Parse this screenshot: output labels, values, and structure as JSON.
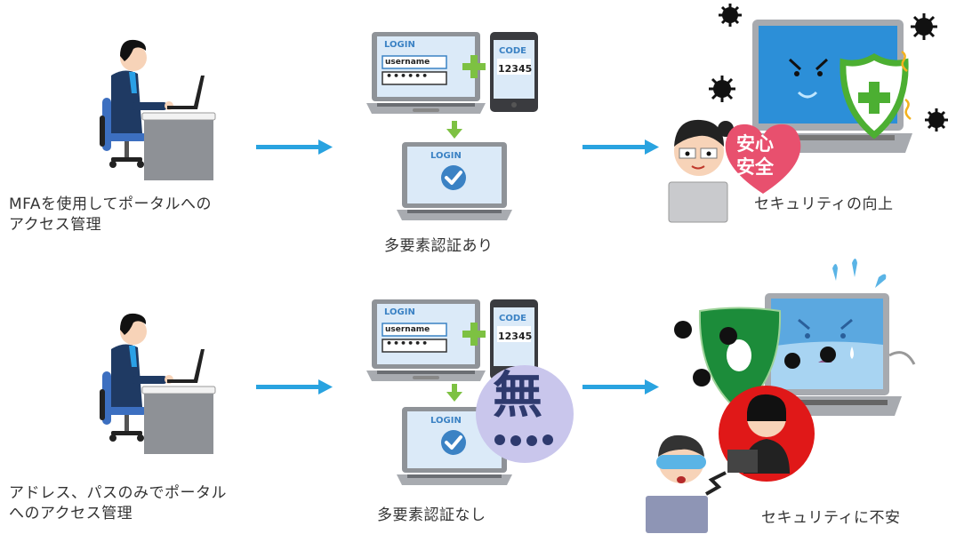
{
  "rows": [
    {
      "id": "with-mfa",
      "user_caption": "MFAを使用してポータルへの\nアクセス管理",
      "auth_caption": "多要素認証あり",
      "result_caption": "セキュリティの向上",
      "login_screen": {
        "title": "LOGIN",
        "username": "username",
        "password": "••••••"
      },
      "phone": {
        "title": "CODE",
        "code": "12345"
      },
      "result_login_title": "LOGIN",
      "badge_text": [
        "安心",
        "安全"
      ]
    },
    {
      "id": "without-mfa",
      "user_caption": "アドレス、パスのみでポータル\nへのアクセス管理",
      "auth_caption": "多要素認証なし",
      "result_caption": "セキュリティに不安",
      "login_screen": {
        "title": "LOGIN",
        "username": "username",
        "password": "••••••"
      },
      "phone": {
        "title": "CODE",
        "code": "12345"
      },
      "result_login_title": "LOGIN",
      "none_badge": "無"
    }
  ],
  "colors": {
    "arrow": "#29a3e0",
    "plus": "#7dc142",
    "down_arrow": "#7dc142",
    "login_blue": "#3b82c4",
    "shield_green": "#4caf32",
    "heart_pink": "#e8506e",
    "none_circle": "#c9c6ec",
    "none_glyph": "#2e3a6e",
    "hacker_red": "#e01818"
  }
}
